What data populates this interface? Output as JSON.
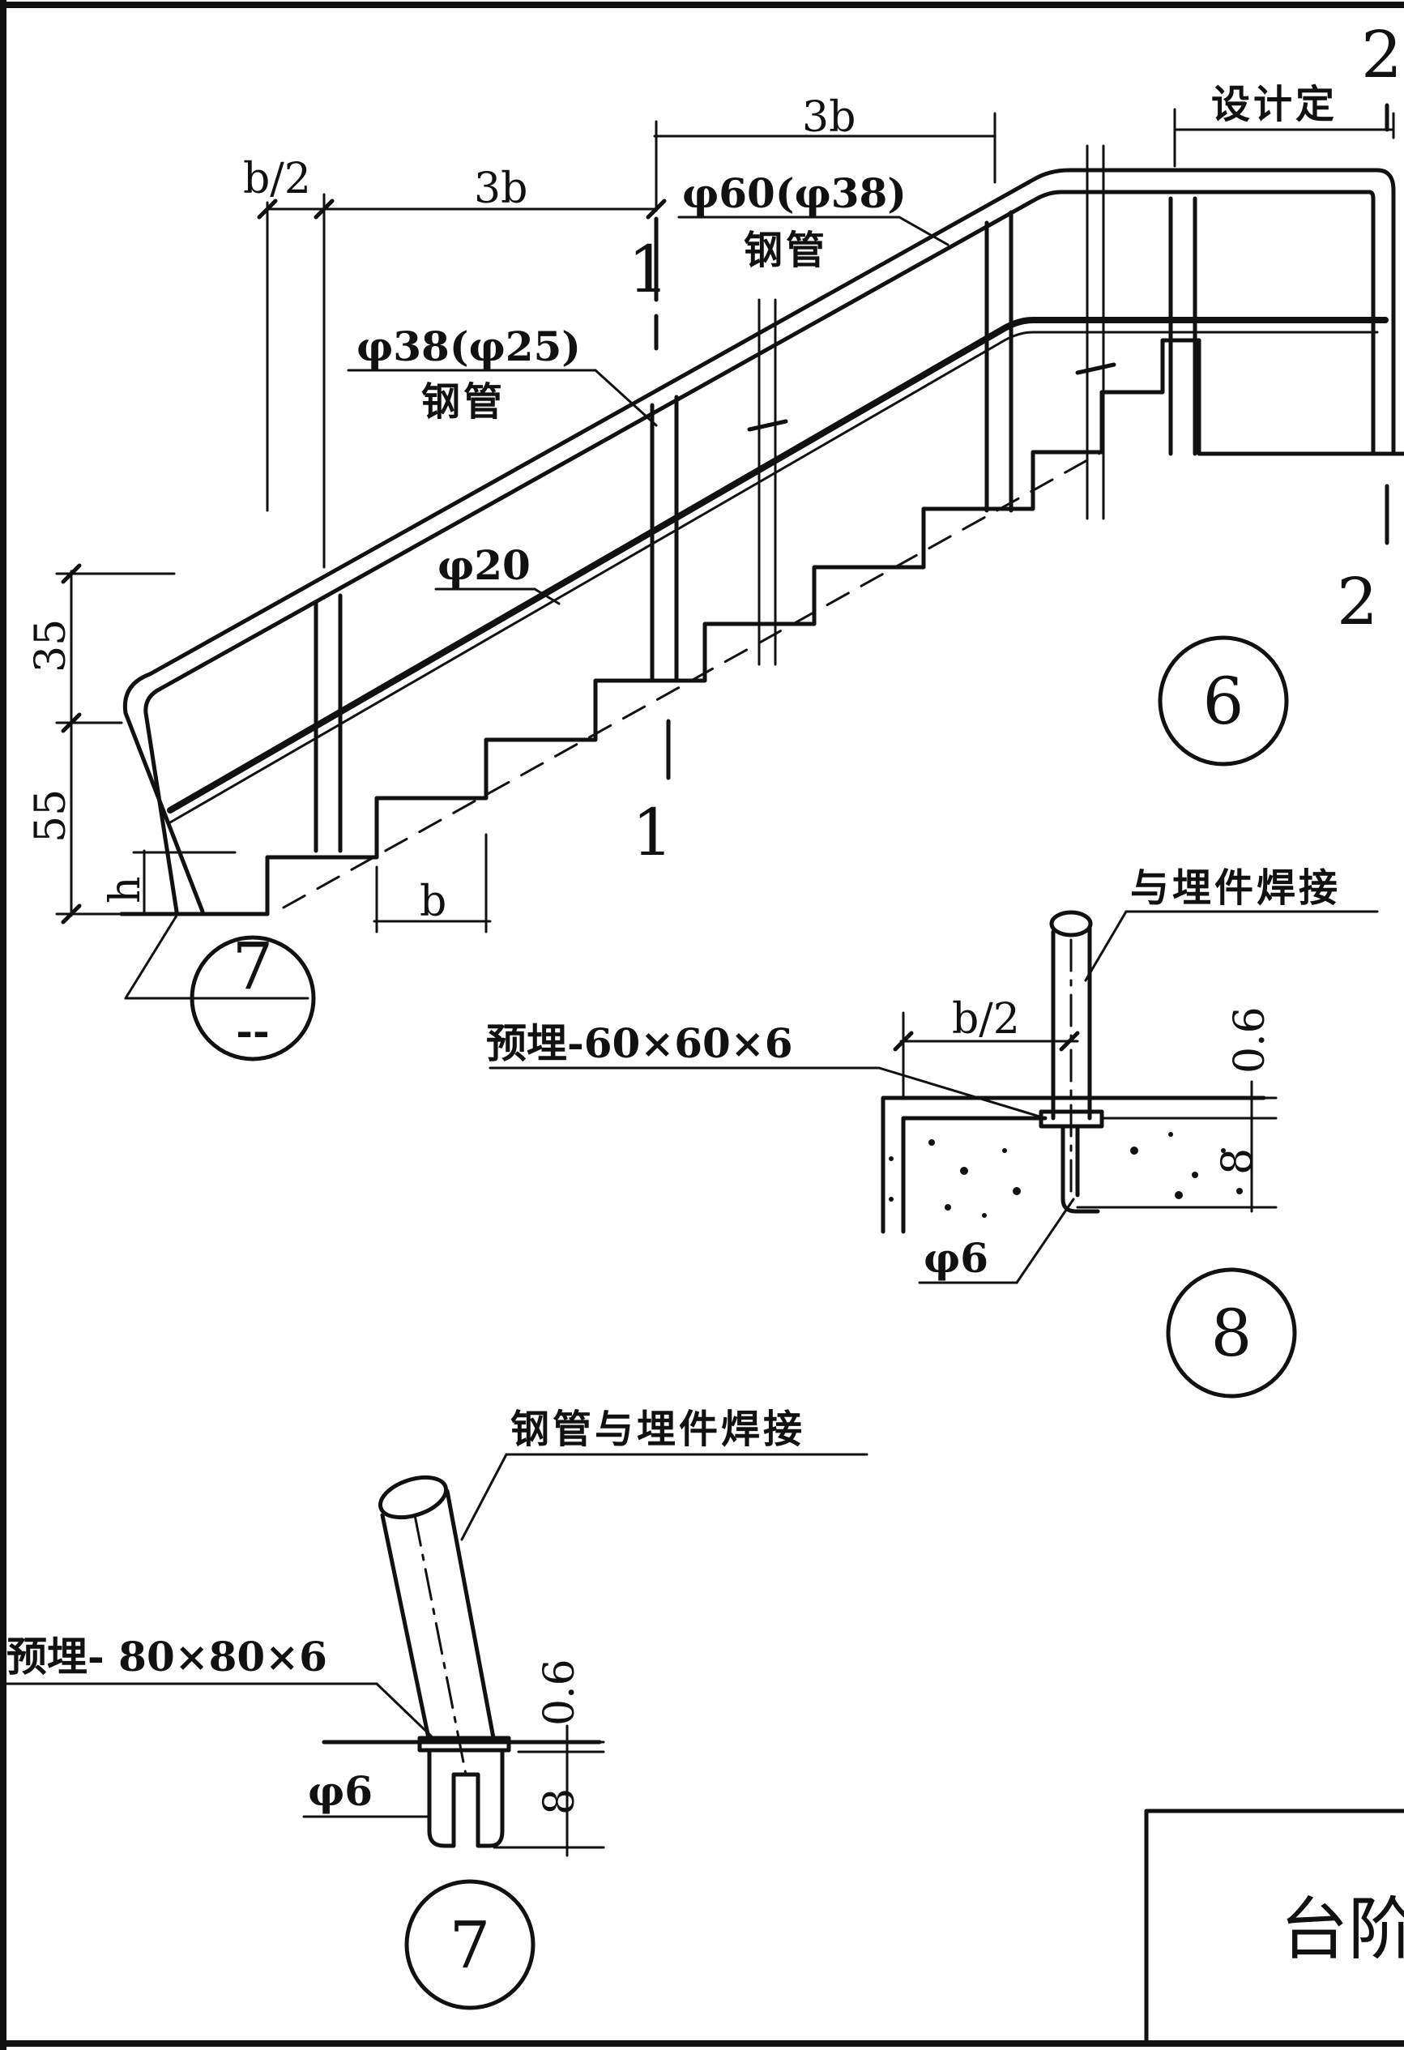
{
  "diagram": {
    "labels": {
      "dim_b_half_left": "b/2",
      "dim_3b_left": "3b",
      "dim_3b_top": "3b",
      "dim_design": "设计定",
      "pipe_top_spec": "φ60(φ38)",
      "pipe_top_name": "钢管",
      "pipe_mid_spec": "φ38(φ25)",
      "pipe_mid_name": "钢管",
      "pipe_rail_spec": "φ20",
      "dim_35": "35",
      "dim_55": "55",
      "dim_h": "h",
      "dim_b": "b",
      "sec1_top": "1",
      "sec1_bottom": "1",
      "sec2_top": "2",
      "sec2_bottom": "2",
      "detail_6": "6",
      "detail_7_ref_num": "7",
      "detail_7_ref_dash": "--",
      "weld_8": "与埋件焊接",
      "embed_8": "预埋-60×60×6",
      "dim_b_half_8": "b/2",
      "dim_06_8": "0.6",
      "dim_8_8": "8",
      "bar_phi6_8": "φ6",
      "detail_8": "8",
      "weld_7": "钢管与埋件焊接",
      "embed_7": "预埋- 80×80×6",
      "dim_06_7": "0.6",
      "dim_8_7": "8",
      "bar_phi6_7": "φ6",
      "detail_7": "7",
      "title_block": "台阶"
    }
  }
}
